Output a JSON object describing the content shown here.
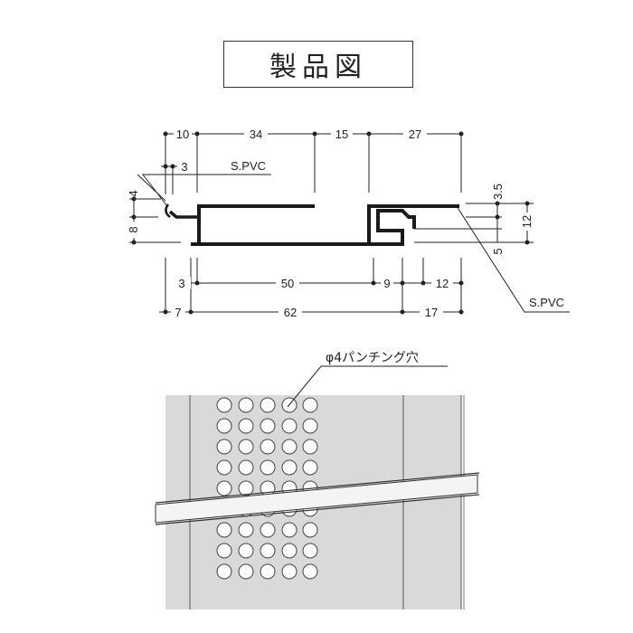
{
  "title": "製品図",
  "colors": {
    "line": "#222222",
    "panel": "#d9d9d9",
    "profile": "#1a1a1a",
    "strip": "#f4f4f4"
  },
  "section": {
    "top_dims": [
      "10",
      "34",
      "15",
      "27"
    ],
    "bottom_dims_upper": [
      "3",
      "50",
      "9",
      "12"
    ],
    "bottom_dims_lower": [
      "7",
      "62",
      "17"
    ],
    "left_dims": [
      "4",
      "8"
    ],
    "left_small_dim": "3",
    "right_dims": [
      "3.5",
      "12",
      "5"
    ],
    "material_top": "S.PVC",
    "material_right": "S.PVC"
  },
  "panel": {
    "hole_label": "φ4パンチング穴"
  }
}
